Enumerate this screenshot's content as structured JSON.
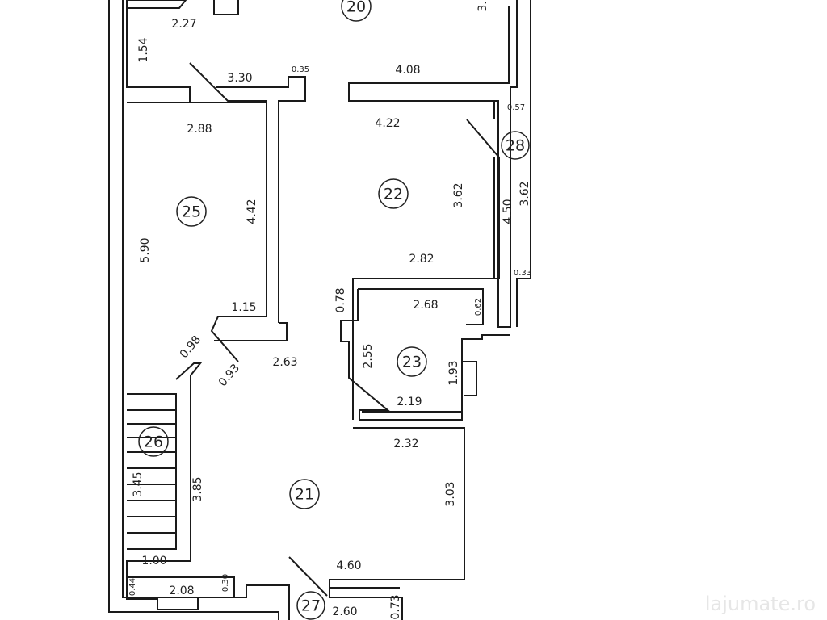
{
  "floor_plan": {
    "rooms": [
      "20",
      "21",
      "22",
      "23",
      "25",
      "26",
      "27",
      "28"
    ],
    "dimensions": [
      "2.27",
      "1.54",
      "3.30",
      "0.35",
      "4.08",
      "3.",
      "4.22",
      "0.57",
      "2.88",
      "4.42",
      "5.90",
      "3.62",
      "4.50",
      "3.62",
      "2.82",
      "0.33",
      "0.78",
      "2.68",
      "0.62",
      "1.15",
      "0.98",
      "2.63",
      "0.93",
      "2.55",
      "1.93",
      "2.19",
      "2.32",
      "3.45",
      "3.85",
      "3.03",
      "1.00",
      "4.60",
      "0.44",
      "2.08",
      "0.30",
      "2.60",
      "0.73"
    ]
  },
  "watermark": "lajumate.ro"
}
